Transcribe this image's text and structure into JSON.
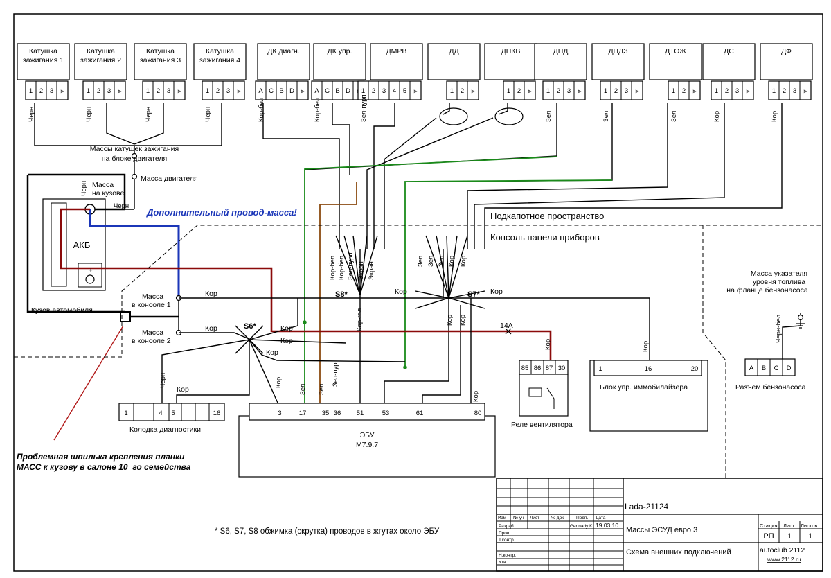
{
  "connectors": [
    {
      "label": [
        "Катушка",
        "зажигания 1"
      ],
      "pins": [
        "1",
        "2",
        "3"
      ],
      "wire": "Черн"
    },
    {
      "label": [
        "Катушка",
        "зажигания 2"
      ],
      "pins": [
        "1",
        "2",
        "3"
      ],
      "wire": "Черн"
    },
    {
      "label": [
        "Катушка",
        "зажигания 3"
      ],
      "pins": [
        "1",
        "2",
        "3"
      ],
      "wire": "Черн"
    },
    {
      "label": [
        "Катушка",
        "зажигания 4"
      ],
      "pins": [
        "1",
        "2",
        "3"
      ],
      "wire": "Черн"
    },
    {
      "label": [
        "ДК диагн."
      ],
      "pins": [
        "A",
        "C",
        "B",
        "D"
      ],
      "wire": "Кор-бел"
    },
    {
      "label": [
        "ДК упр."
      ],
      "pins": [
        "A",
        "C",
        "B",
        "D"
      ],
      "wire": "Кор-бел"
    },
    {
      "label": [
        "ДМРВ"
      ],
      "pins": [
        "1",
        "2",
        "3",
        "4",
        "5"
      ],
      "wire": "Зел-пурп"
    },
    {
      "label": [
        "ДД"
      ],
      "pins": [
        "1",
        "2"
      ],
      "wire": ""
    },
    {
      "label": [
        "ДПКВ"
      ],
      "pins": [
        "1",
        "2"
      ],
      "wire": ""
    },
    {
      "label": [
        "ДНД"
      ],
      "pins": [
        "1",
        "2",
        "3"
      ],
      "wire": "Зел"
    },
    {
      "label": [
        "ДПДЗ"
      ],
      "pins": [
        "1",
        "2",
        "3"
      ],
      "wire": "Зел"
    },
    {
      "label": [
        "ДТОЖ"
      ],
      "pins": [
        "1",
        "2"
      ],
      "wire": "Зел"
    },
    {
      "label": [
        "ДС"
      ],
      "pins": [
        "1",
        "2",
        "3"
      ],
      "wire": "Кор"
    },
    {
      "label": [
        "ДФ"
      ],
      "pins": [
        "1",
        "2",
        "3"
      ],
      "wire": "Кор"
    }
  ],
  "labels": {
    "coil_ground": [
      "Массы катушек зажигания",
      "на блоке двигателя"
    ],
    "engine_ground": "Масса двигателя",
    "body_ground": [
      "Масса",
      "на кузове"
    ],
    "extra_ground": "Дополнительный провод-масса!",
    "underhood": "Подкапотное пространство",
    "console_panel": "Консоль панели приборов",
    "battery": "АКБ",
    "battery_plus": "+",
    "car_body": "Кузов автомобиля",
    "console_ground_1": [
      "Масса",
      "в консоле 1"
    ],
    "console_ground_2": [
      "Масса",
      "в консоле 2"
    ],
    "fuel_ground": [
      "Масса указателя",
      "уровня топлива",
      "на фланце бензонасоса"
    ],
    "splice_s6": "S6*",
    "splice_s7": "S7*",
    "splice_s8": "S8*",
    "fuse_14a": "14A",
    "diag_block": "Колодка диагностики",
    "ecu": [
      "ЭБУ",
      "M7.9.7"
    ],
    "fan_relay": "Реле вентилятора",
    "immo_block": "Блок упр. иммобилайзера",
    "fuel_pump_conn": "Разъём бензонасоса",
    "problem_note": [
      "Проблемная шпилька крепления планки",
      "МАСС к кузову в салоне 10_го семейства"
    ],
    "splice_note": "* S6, S7, S8 обжимка (скрутка) проводов в жгутах около ЭБУ"
  },
  "wire_colors": {
    "black": "Черн",
    "brown": "Кор",
    "green": "Зел",
    "brown_white": "Кор-бел",
    "green_purple": "Зел-пурп",
    "shield": "Экран",
    "brown_blue": "Кор-гол",
    "black_white": "Черн-бел"
  },
  "s8_wires": [
    "Кор-бел",
    "Кор-бел",
    "Зел-пурп",
    "Экран",
    "Экран"
  ],
  "s7_wires": [
    "Зел",
    "Зел",
    "Зел",
    "Кор",
    "Кор"
  ],
  "diag_pins": [
    "1",
    "4",
    "5",
    "16"
  ],
  "ecu_pins": [
    "3",
    "17",
    "35",
    "36",
    "51",
    "53",
    "61",
    "80"
  ],
  "relay_pins": [
    "85",
    "86",
    "87",
    "30"
  ],
  "immo_pins": [
    "1",
    "16",
    "20"
  ],
  "fuel_pins": [
    "A",
    "B",
    "C",
    "D"
  ],
  "title_block": {
    "headers": [
      "Изм",
      "№ уч",
      "Лист",
      "№ док",
      "Подп.",
      "Дата"
    ],
    "rows": [
      "Разраб.",
      "Пров.",
      "Т.контр.",
      "Н.контр.",
      "Утв."
    ],
    "author": "Gennady K",
    "date": "19.03.10",
    "project": "Lada-21124",
    "title1": "Массы ЭСУД евро 3",
    "title2": "Схема внешних подключений",
    "stage_header": "Стадия",
    "sheet_header": "Лист",
    "sheets_header": "Листов",
    "stage": "РП",
    "sheet": "1",
    "sheets": "1",
    "org": "autoclub 2112",
    "site": "www.2112.ru"
  }
}
